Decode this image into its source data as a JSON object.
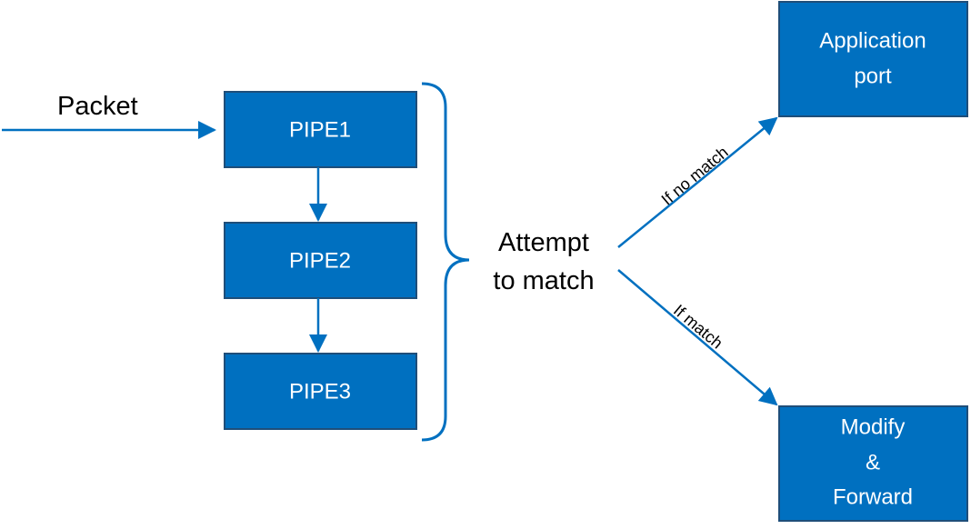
{
  "diagram": {
    "packet_label": "Packet",
    "pipes": [
      {
        "label": "PIPE1"
      },
      {
        "label": "PIPE2"
      },
      {
        "label": "PIPE3"
      }
    ],
    "attempt_line1": "Attempt",
    "attempt_line2": "to match",
    "no_match_label": "If no match",
    "match_label": "If match",
    "app_port_line1": "Application",
    "app_port_line2": "port",
    "modify_line1": "Modify",
    "modify_line2": "&",
    "modify_line3": "Forward"
  },
  "colors": {
    "box_fill": "#0070c0",
    "box_stroke": "#1f4e79",
    "arrow": "#0070c0",
    "text_on_box": "#ffffff",
    "text": "#000000"
  }
}
